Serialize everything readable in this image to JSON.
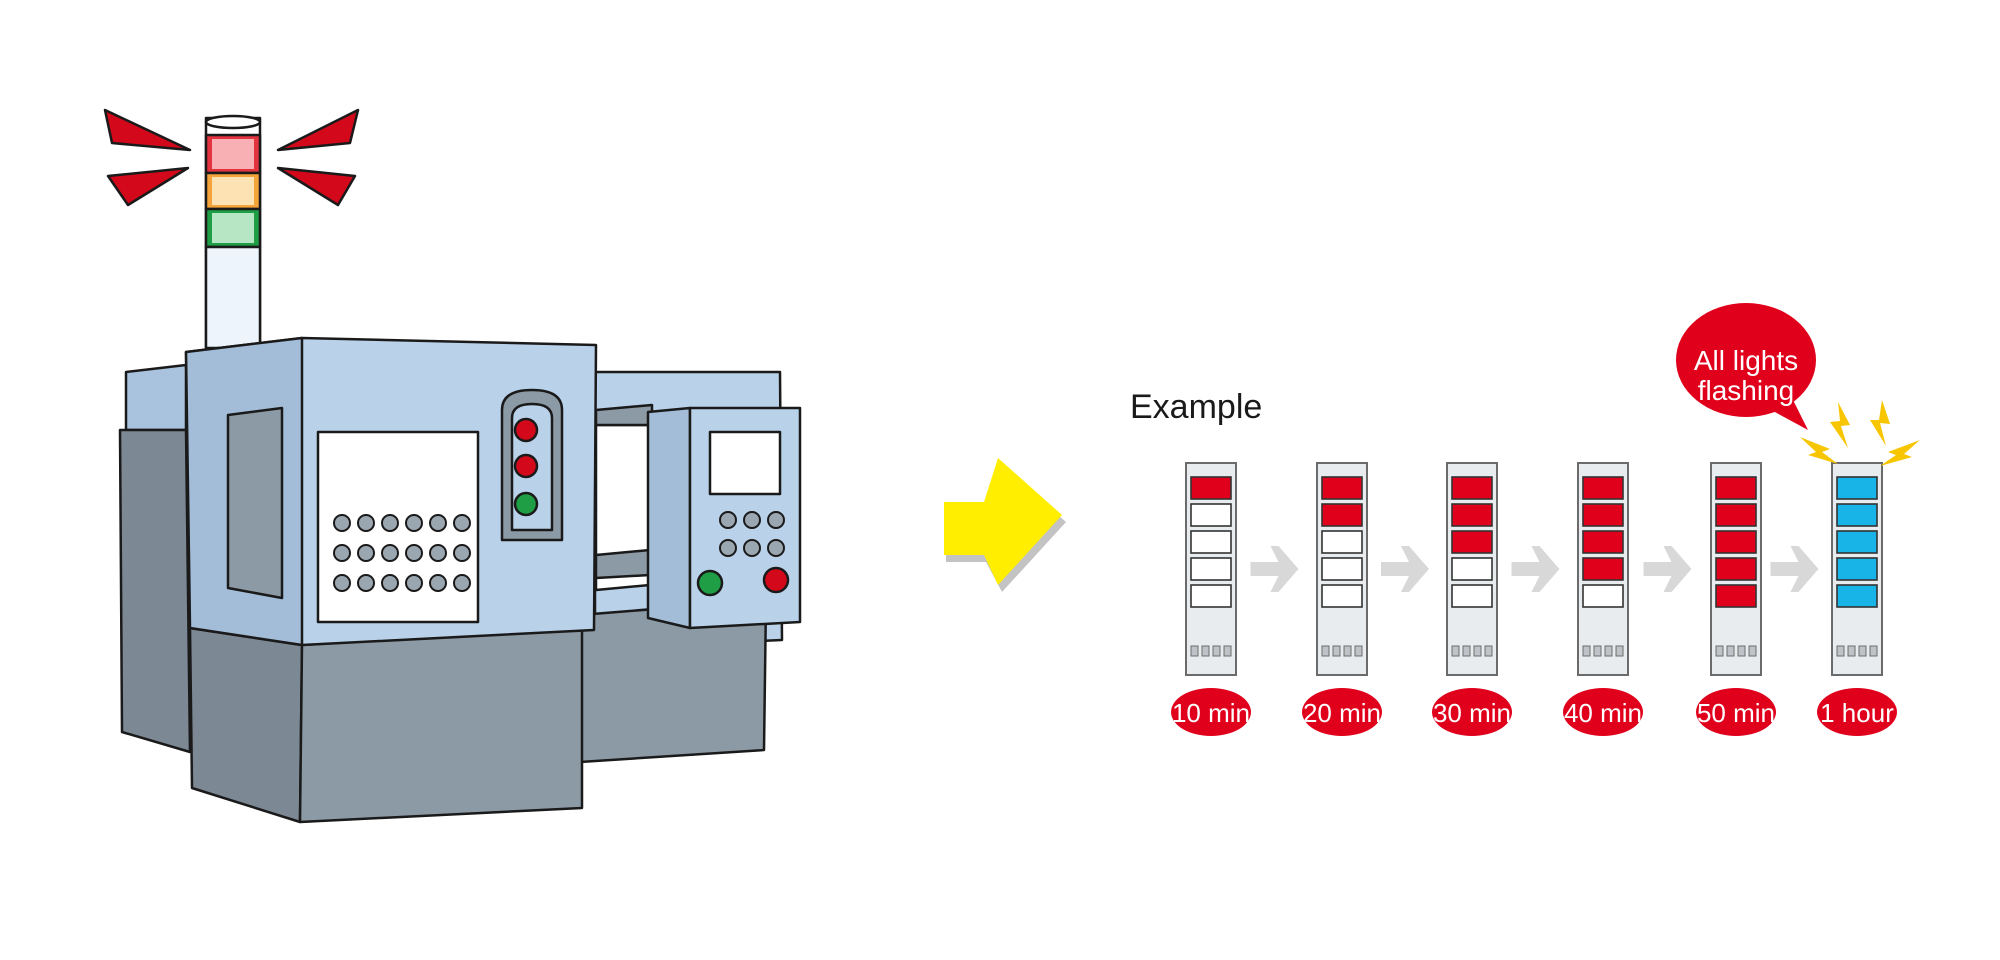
{
  "diagram": {
    "example_label": "Example",
    "callout": {
      "line1": "All lights",
      "line2": "flashing"
    },
    "steps": [
      {
        "label": "10 min",
        "lit": 1,
        "color": "#e0001b"
      },
      {
        "label": "20 min",
        "lit": 2,
        "color": "#e0001b"
      },
      {
        "label": "30 min",
        "lit": 3,
        "color": "#e0001b"
      },
      {
        "label": "40 min",
        "lit": 4,
        "color": "#e0001b"
      },
      {
        "label": "50 min",
        "lit": 5,
        "color": "#e0001b"
      },
      {
        "label": "1 hour",
        "lit": 5,
        "color": "#18b4e8"
      }
    ],
    "colors": {
      "red": "#e0001b",
      "blue": "#18b4e8",
      "yellow_arrow": "#ffee00",
      "flash": "#f7c600",
      "machine_blue": "#b9d2ea",
      "machine_gray": "#8c9aa6",
      "gray_arrow": "#d8d8d8"
    }
  }
}
